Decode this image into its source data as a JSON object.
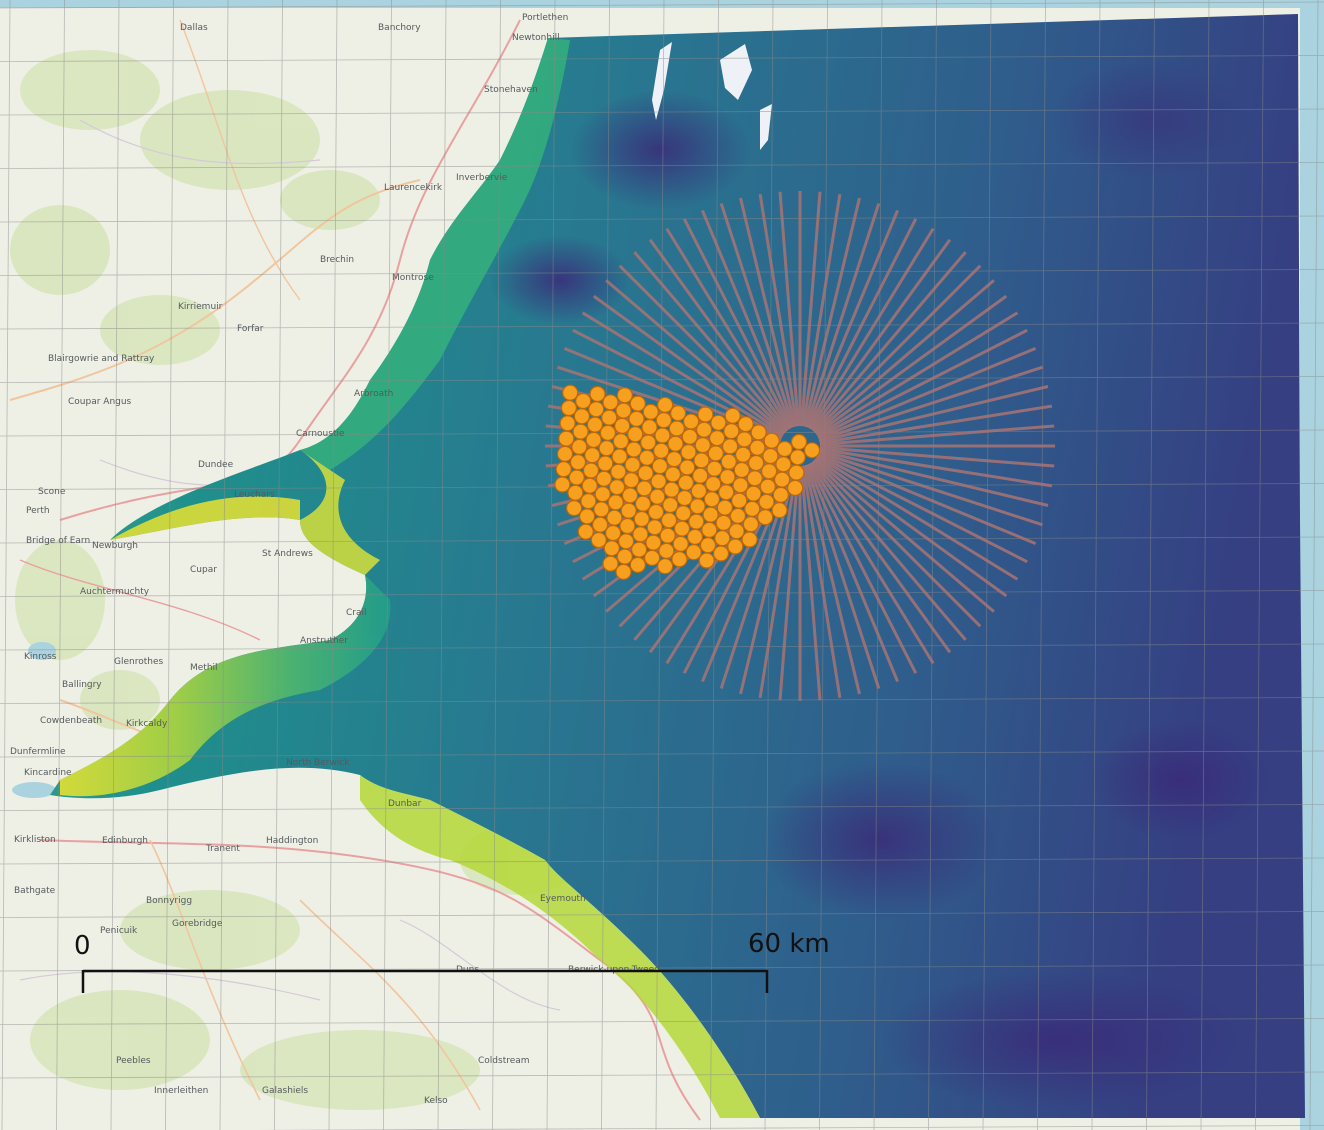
{
  "map": {
    "places": [
      {
        "id": "dallas",
        "label": "Dallas"
      },
      {
        "id": "banchory",
        "label": "Banchory"
      },
      {
        "id": "portlethen",
        "label": "Portlethen"
      },
      {
        "id": "newtonhill",
        "label": "Newtonhill"
      },
      {
        "id": "stonehaven",
        "label": "Stonehaven"
      },
      {
        "id": "laurencekirk",
        "label": "Laurencekirk"
      },
      {
        "id": "brechin",
        "label": "Brechin"
      },
      {
        "id": "montrose",
        "label": "Montrose"
      },
      {
        "id": "inverbervie",
        "label": "Inverbervie"
      },
      {
        "id": "kirriemuir",
        "label": "Kirriemuir"
      },
      {
        "id": "forfar",
        "label": "Forfar"
      },
      {
        "id": "blairgowrie",
        "label": "Blairgowrie and Rattray"
      },
      {
        "id": "coupar-angus",
        "label": "Coupar Angus"
      },
      {
        "id": "arbroath",
        "label": "Arbroath"
      },
      {
        "id": "carnoustie",
        "label": "Carnoustie"
      },
      {
        "id": "dundee",
        "label": "Dundee"
      },
      {
        "id": "scone",
        "label": "Scone"
      },
      {
        "id": "perth",
        "label": "Perth"
      },
      {
        "id": "bridge-of-earn",
        "label": "Bridge of Earn"
      },
      {
        "id": "newburgh",
        "label": "Newburgh"
      },
      {
        "id": "leuchars",
        "label": "Leuchars"
      },
      {
        "id": "st-andrews",
        "label": "St Andrews"
      },
      {
        "id": "cupar",
        "label": "Cupar"
      },
      {
        "id": "auchtermuchty",
        "label": "Auchtermuchty"
      },
      {
        "id": "crail",
        "label": "Crail"
      },
      {
        "id": "anstruther",
        "label": "Anstruther"
      },
      {
        "id": "kinross",
        "label": "Kinross"
      },
      {
        "id": "glenrothes",
        "label": "Glenrothes"
      },
      {
        "id": "methil",
        "label": "Methil"
      },
      {
        "id": "ballingry",
        "label": "Ballingry"
      },
      {
        "id": "cowdenbeath",
        "label": "Cowdenbeath"
      },
      {
        "id": "kirkcaldy",
        "label": "Kirkcaldy"
      },
      {
        "id": "dunfermline",
        "label": "Dunfermline"
      },
      {
        "id": "kincardine",
        "label": "Kincardine"
      },
      {
        "id": "north-berwick",
        "label": "North Berwick"
      },
      {
        "id": "dunbar",
        "label": "Dunbar"
      },
      {
        "id": "kirkliston",
        "label": "Kirkliston"
      },
      {
        "id": "edinburgh",
        "label": "Edinburgh"
      },
      {
        "id": "tranent",
        "label": "Tranent"
      },
      {
        "id": "haddington",
        "label": "Haddington"
      },
      {
        "id": "bathgate",
        "label": "Bathgate"
      },
      {
        "id": "bonnyrigg",
        "label": "Bonnyrigg"
      },
      {
        "id": "penicuik",
        "label": "Penicuik"
      },
      {
        "id": "gorebridge",
        "label": "Gorebridge"
      },
      {
        "id": "eyemouth",
        "label": "Eyemouth"
      },
      {
        "id": "duns",
        "label": "Duns"
      },
      {
        "id": "berwick",
        "label": "Berwick-upon-Tweed"
      },
      {
        "id": "peebles",
        "label": "Peebles"
      },
      {
        "id": "innerleithen",
        "label": "Innerleithen"
      },
      {
        "id": "galashiels",
        "label": "Galashiels"
      },
      {
        "id": "coldstream",
        "label": "Coldstream"
      },
      {
        "id": "kelso",
        "label": "Kelso"
      }
    ],
    "colors": {
      "land": "#eef0e6",
      "forest": "#d6e5b6",
      "grid": "#8a8a8a",
      "road_major": "#e8a2a2",
      "road_minor": "#f2c9a0",
      "shallow": "#f2e32a",
      "mid_depth": "#22a08a",
      "deep": "#2d6a8e",
      "deepest": "#3b2f7e",
      "transect": "#a87474",
      "turbine_fill": "#f7a020",
      "turbine_stroke": "#c26800"
    },
    "turbine_layout": {
      "rows": [
        {
          "a": 0,
          "count": 2
        },
        {
          "a": 1,
          "count": 6
        },
        {
          "a": 2,
          "count": 8
        },
        {
          "a": 3,
          "count": 11
        },
        {
          "a": 4,
          "count": 13
        },
        {
          "a": 5,
          "count": 15
        },
        {
          "a": 6,
          "count": 16
        },
        {
          "a": 7,
          "count": 15
        },
        {
          "a": 8,
          "count": 15
        },
        {
          "a": 9,
          "count": 14
        },
        {
          "a": 10,
          "count": 13
        },
        {
          "a": 11,
          "count": 12
        },
        {
          "a": 12,
          "count": 10
        },
        {
          "a": 13,
          "count": 8
        },
        {
          "a": 14,
          "count": 5
        },
        {
          "a": 15,
          "count": 2
        }
      ]
    },
    "transect_count": 80
  },
  "scale_bar": {
    "start_label": "0",
    "end_label": "60 km",
    "distance_km": 60
  }
}
